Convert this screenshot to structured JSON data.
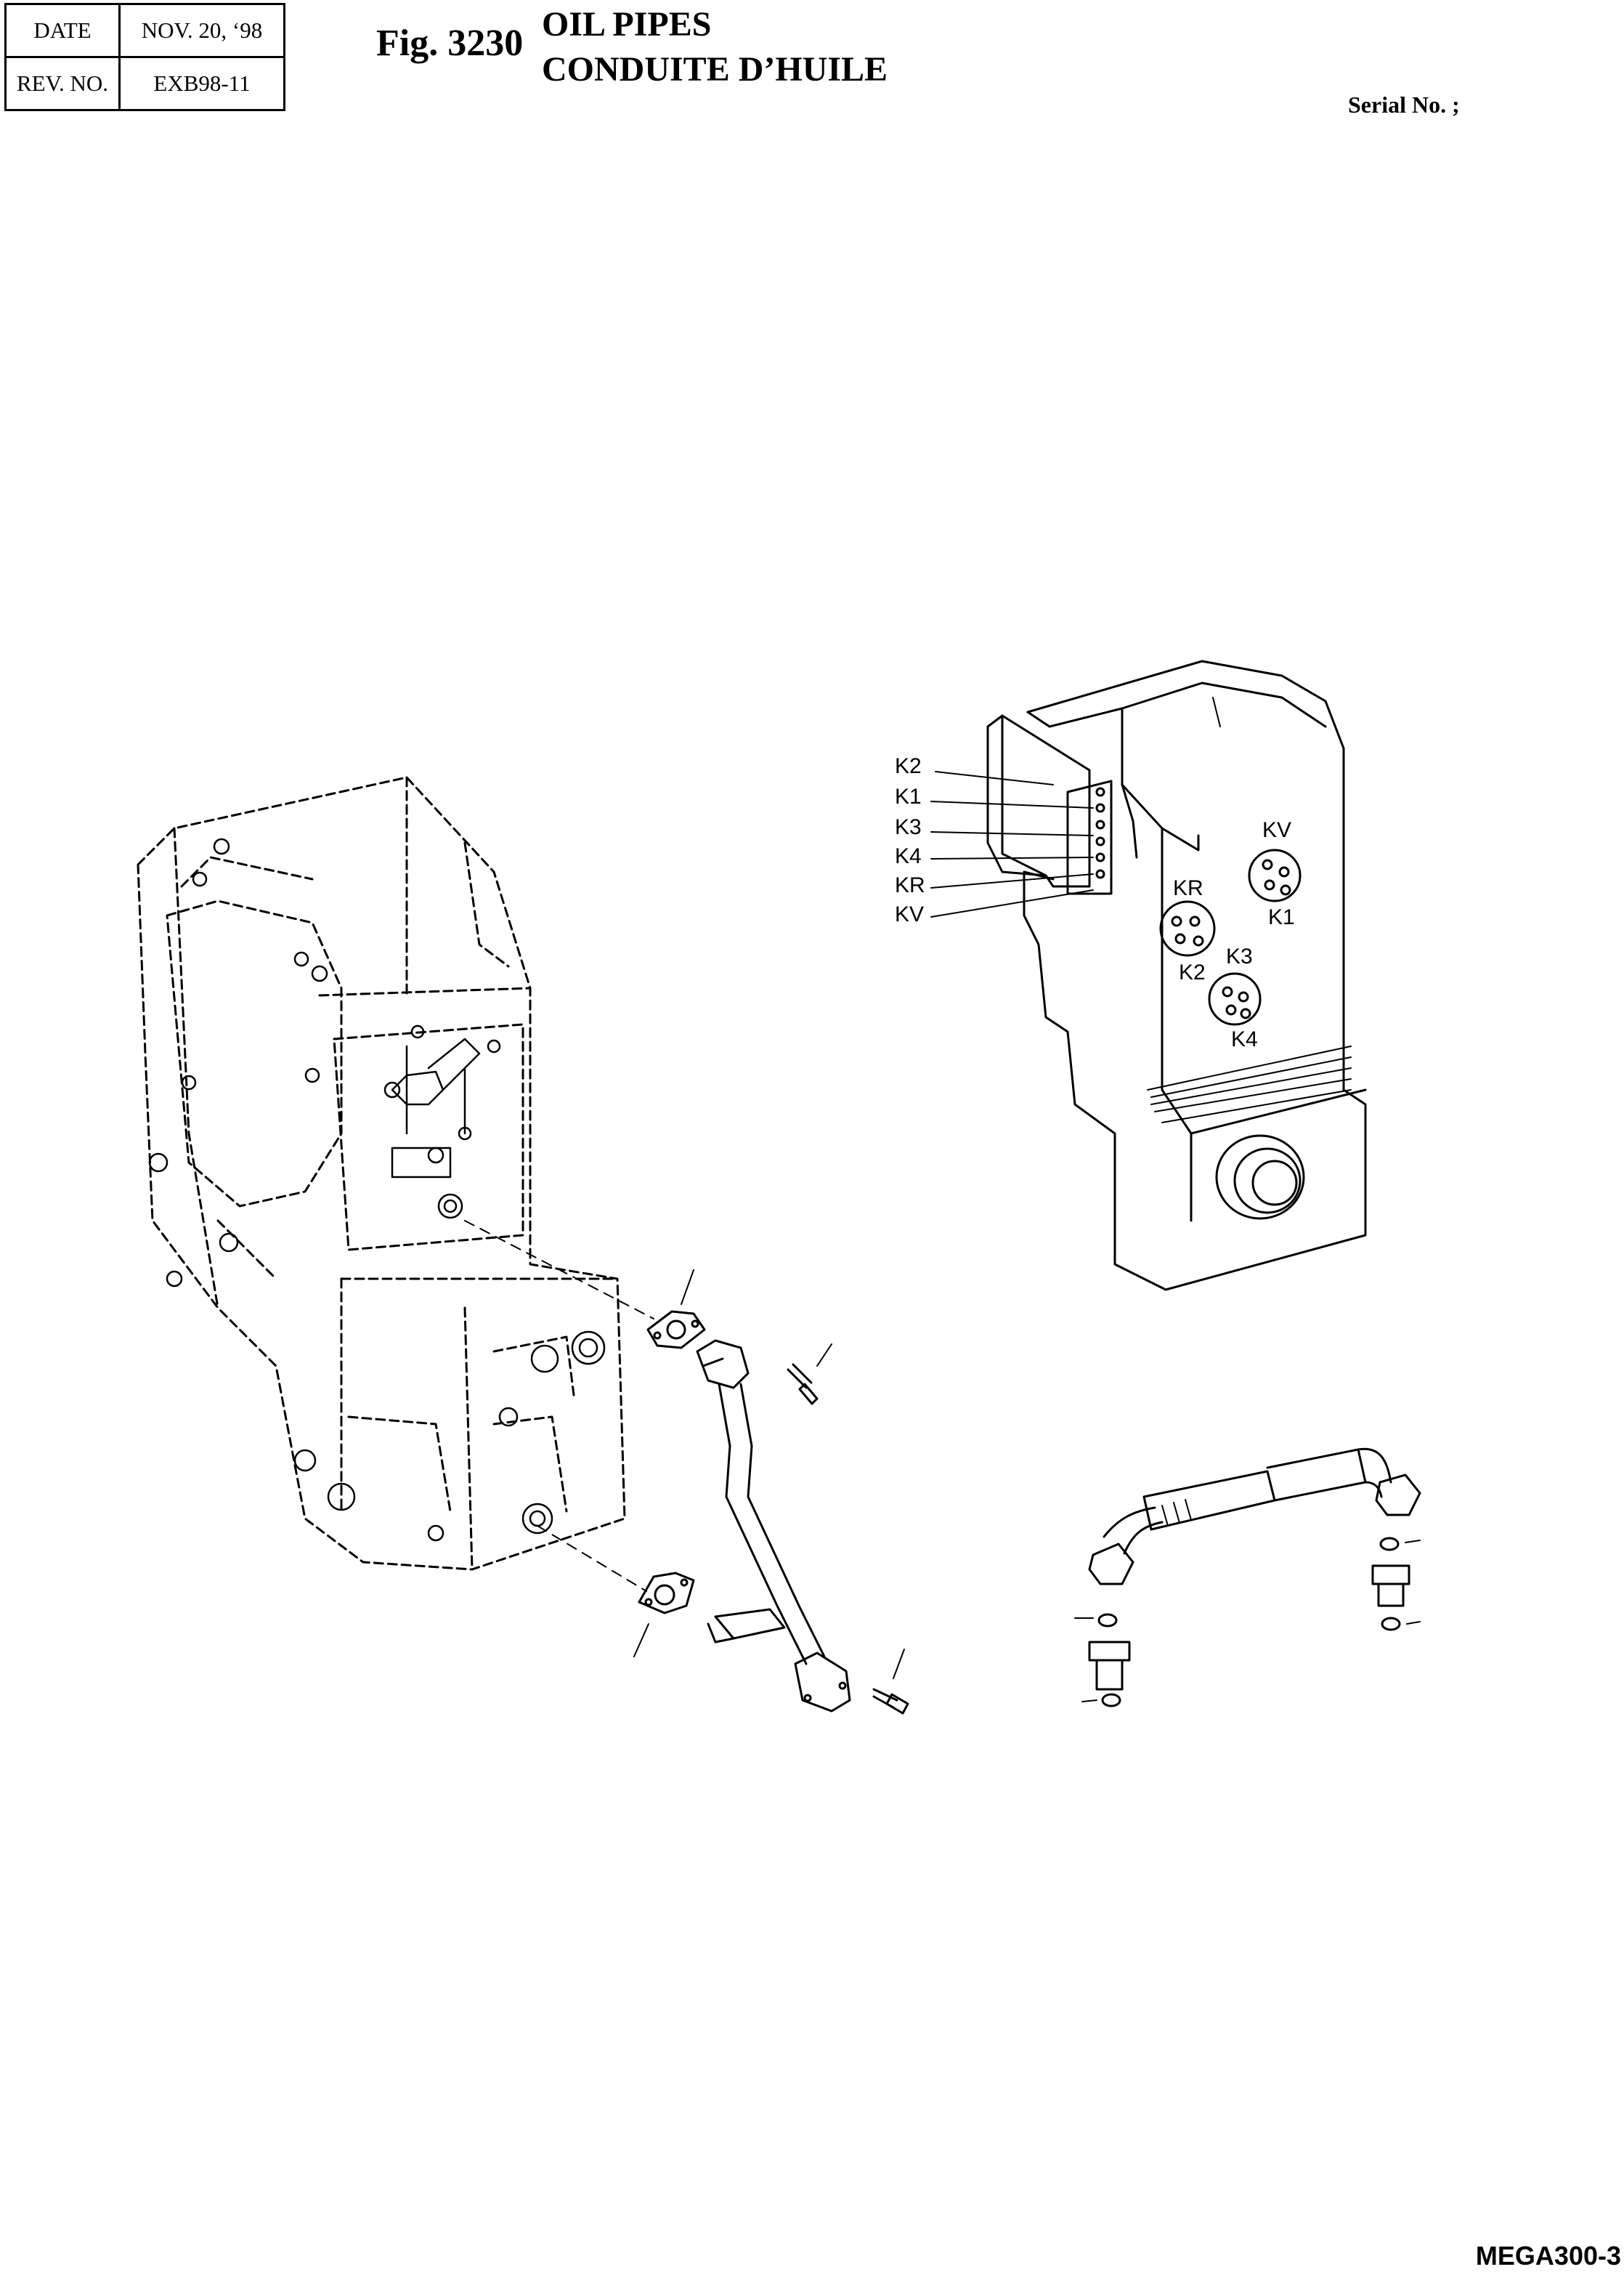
{
  "header": {
    "date_label": "DATE",
    "date_value": "NOV. 20, ‘98",
    "rev_label": "REV. NO.",
    "rev_value": "EXB98-11"
  },
  "figure": {
    "number": "Fig. 3230",
    "title_en": "OIL PIPES",
    "title_fr": "CONDUITE D’HUILE",
    "serial": "Serial No. ;"
  },
  "callouts": {
    "side": [
      "K2",
      "K1",
      "K3",
      "K4",
      "KR",
      "KV"
    ],
    "port_kv": "KV",
    "port_k1": "K1",
    "port_kr": "KR",
    "port_k2": "K2",
    "port_k3": "K3",
    "port_k4": "K4"
  },
  "footer": {
    "code": "MEGA300-3"
  }
}
